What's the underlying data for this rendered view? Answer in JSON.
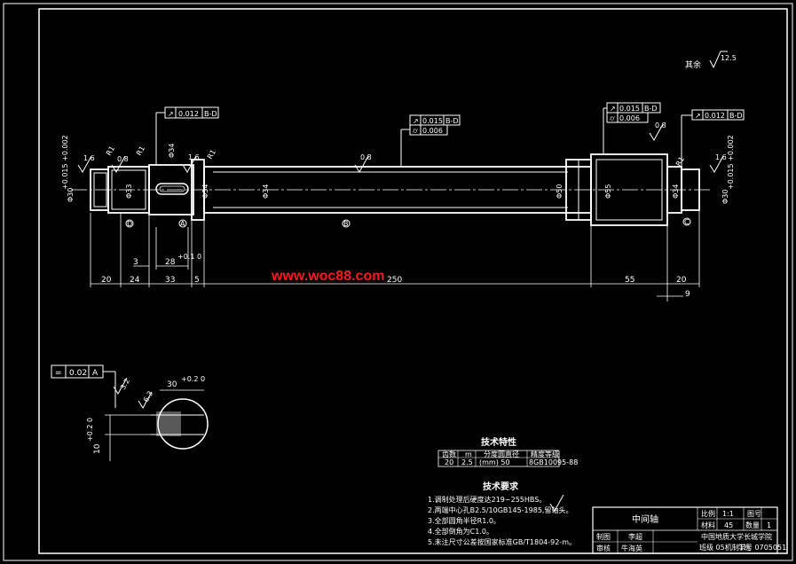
{
  "roughness_note": {
    "prefix": "其余",
    "value": "12.5"
  },
  "roughness": [
    "1.6",
    "0.8",
    "1.6",
    "0.8",
    "0.8",
    "1.6"
  ],
  "chamfers": [
    "R1",
    "R1",
    "R1",
    "R1"
  ],
  "diameters": [
    "Φ30",
    "Φ33",
    "Φ34",
    "Φ34",
    "Φ50",
    "Φ55",
    "Φ34",
    "Φ30"
  ],
  "tolerances": {
    "d30_left": "+0.015 +0.002",
    "d34_key": "Φ34",
    "d30_right": "+0.015 +0.002"
  },
  "tol_frames": [
    {
      "symbol": "↗",
      "value": "0.012",
      "datum": "B-D"
    },
    {
      "symbol": "↗",
      "value": "0.015",
      "datum": "B-D"
    },
    {
      "symbol": "⌭",
      "value": "0.006",
      "datum": ""
    },
    {
      "symbol": "↗",
      "value": "0.015",
      "datum": "B-D"
    },
    {
      "symbol": "⌭",
      "value": "0.006",
      "datum": ""
    },
    {
      "symbol": "↗",
      "value": "0.012",
      "datum": "B-D"
    }
  ],
  "datums": [
    "D",
    "A",
    "B",
    "C"
  ],
  "dims": {
    "d20a": "20",
    "d24": "24",
    "d33": "33",
    "d5": "5",
    "d3": "3",
    "d28": "28",
    "d28tol": "+0.1 0",
    "d_total": "250",
    "d55": "55",
    "d20b": "20",
    "d9": "9"
  },
  "section": {
    "sym_frame_symbol": "=",
    "sym_frame_value": "0.02",
    "sym_frame_datum": "A",
    "key_width": "30",
    "key_tol": "+0.2 0",
    "depth": "10",
    "depth_tol": "+0.2 0",
    "rough_a": "3.2",
    "rough_b": "6.3"
  },
  "watermark": "www.woc88.com",
  "gear_table": {
    "title": "技术特性",
    "headers": [
      "齿数",
      "m",
      "分度圆直径",
      "精度等级"
    ],
    "values": [
      "20",
      "2.5",
      "(mm) 50",
      "8GB10095-88"
    ]
  },
  "requirements": {
    "title": "技术要求",
    "items": [
      "1.调制处理后硬度达219~255HBS。",
      "2.两端中心孔B2.5/10GB145-1985,留轴头。",
      "3.全部圆角半径R1.0。",
      "4.全部倒角为C1.0。",
      "5.未注尺寸公差按国家标准GB/T1804-92-m。"
    ]
  },
  "title_block": {
    "part_name": "中间轴",
    "scale_label": "比例",
    "scale_value": "1:1",
    "drawing_no_label": "图号",
    "material_label": "材料",
    "material_value": "45",
    "qty_label": "数量",
    "qty_value": "1",
    "drawn_label": "制图",
    "drawn_value": "李超",
    "checked_label": "审核",
    "checked_value": "牛海英",
    "school": "中国地质大学长城学院",
    "class_info": "班级 05机制1班",
    "student_no": "学号 0705051"
  }
}
